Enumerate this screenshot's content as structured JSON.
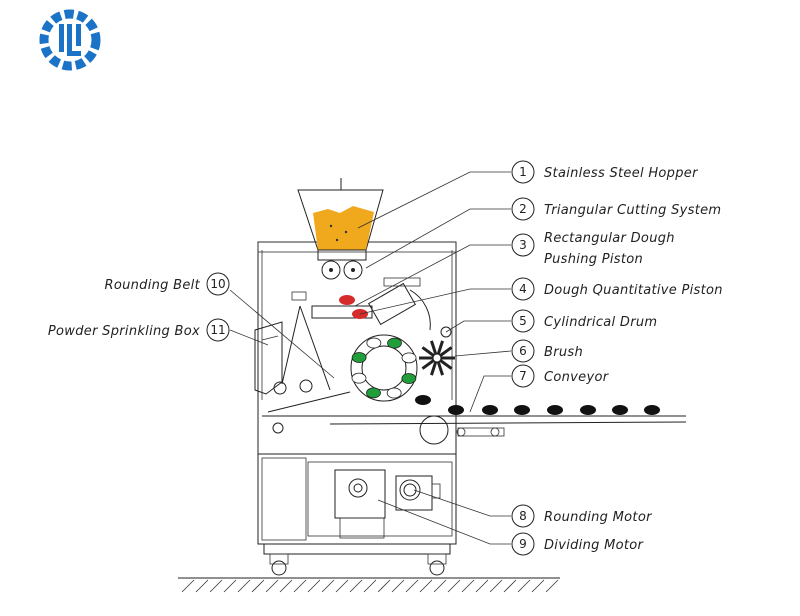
{
  "colors": {
    "brand": "#1a73c7",
    "hopper_fill": "#f0a81c",
    "piston_red": "#d62b2b",
    "drum_green": "#1f9e3a",
    "line": "#222222"
  },
  "logo": {
    "icon": "gear-logo-icon"
  },
  "callouts": [
    {
      "number": "1",
      "label": "Stainless Steel Hopper"
    },
    {
      "number": "2",
      "label": "Triangular Cutting System"
    },
    {
      "number": "3",
      "label": "Rectangular Dough",
      "label2": "Pushing Piston"
    },
    {
      "number": "4",
      "label": "Dough Quantitative Piston"
    },
    {
      "number": "5",
      "label": "Cylindrical Drum"
    },
    {
      "number": "6",
      "label": "Brush"
    },
    {
      "number": "7",
      "label": "Conveyor"
    },
    {
      "number": "8",
      "label": "Rounding Motor"
    },
    {
      "number": "9",
      "label": "Dividing Motor"
    },
    {
      "number": "10",
      "label": "Rounding Belt"
    },
    {
      "number": "11",
      "label": "Powder Sprinkling Box"
    }
  ]
}
